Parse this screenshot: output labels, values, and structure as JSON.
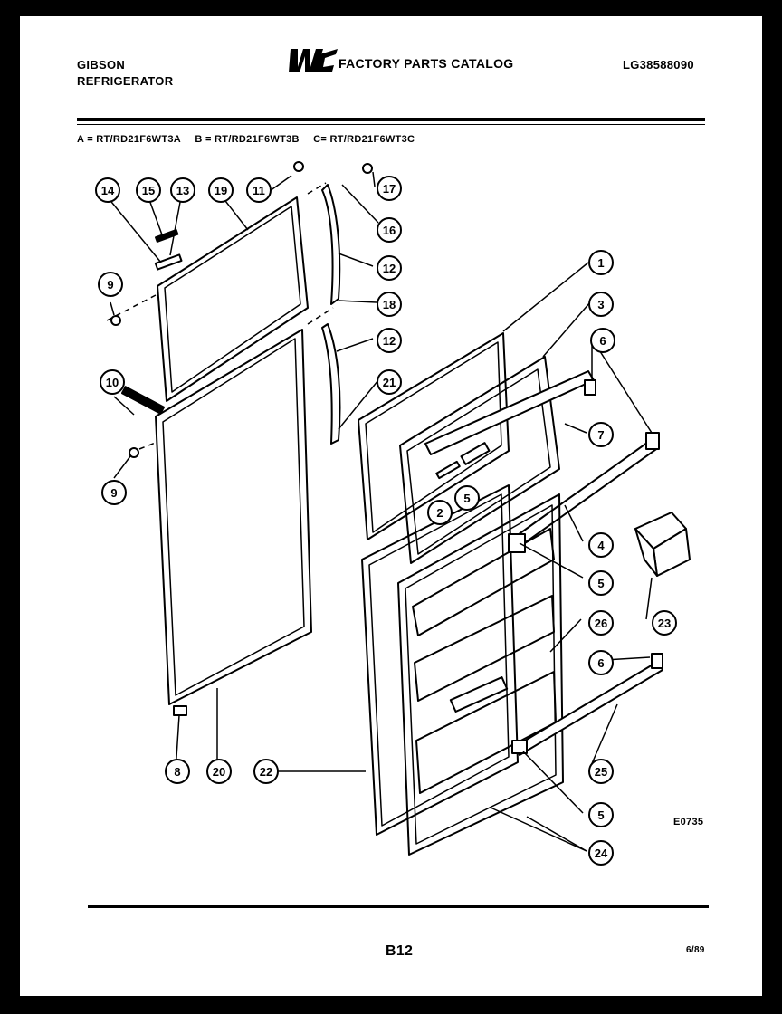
{
  "header": {
    "brand_line1": "GIBSON",
    "brand_line2": "REFRIGERATOR",
    "catalog_title": "FACTORY PARTS CATALOG",
    "logo_text": "WCI",
    "doc_number": "LG38588090"
  },
  "models": {
    "a": "A = RT/RD21F6WT3A",
    "b": "B = RT/RD21F6WT3B",
    "c": "C= RT/RD21F6WT3C"
  },
  "diagram": {
    "reference_code": "E0735",
    "callouts": [
      "14",
      "15",
      "13",
      "19",
      "11",
      "17",
      "16",
      "12",
      "18",
      "12",
      "21",
      "9",
      "10",
      "9",
      "1",
      "3",
      "6",
      "7",
      "2",
      "5",
      "4",
      "5",
      "23",
      "26",
      "6",
      "25",
      "22",
      "20",
      "8",
      "5",
      "24"
    ]
  },
  "footer": {
    "page_number": "B12",
    "date": "6/89"
  }
}
